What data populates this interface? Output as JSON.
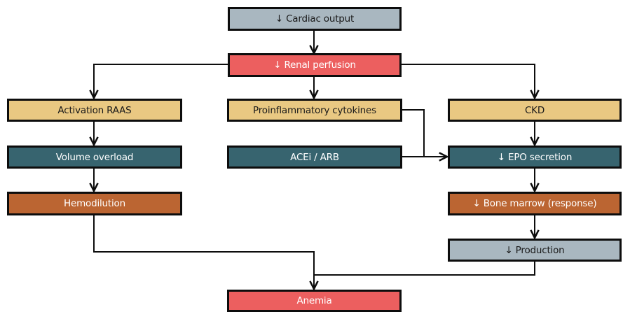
{
  "diagram": {
    "type": "flowchart",
    "nodes": {
      "cardiac_output": {
        "label": "↓ Cardiac output",
        "color": "#a9b7c0"
      },
      "renal_perfusion": {
        "label": "↓ Renal perfusion",
        "color": "#ec5f5f"
      },
      "activation_raas": {
        "label": "Activation RAAS",
        "color": "#e9c882"
      },
      "proinflammatory_cytokines": {
        "label": "Proinflammatory cytokines",
        "color": "#e9c882"
      },
      "ckd": {
        "label": "CKD",
        "color": "#e9c882"
      },
      "volume_overload": {
        "label": "Volume overload",
        "color": "#37646f"
      },
      "acei_arb": {
        "label": "ACEi / ARB",
        "color": "#37646f"
      },
      "epo_secretion": {
        "label": "↓ EPO secretion",
        "color": "#37646f"
      },
      "hemodilution": {
        "label": "Hemodilution",
        "color": "#bb6532"
      },
      "bone_marrow": {
        "label": "↓ Bone marrow (response)",
        "color": "#bb6532"
      },
      "production": {
        "label": "↓ Production",
        "color": "#a9b7c0"
      },
      "anemia": {
        "label": "Anemia",
        "color": "#ec5f5f"
      }
    },
    "edges": [
      {
        "from": "cardiac_output",
        "to": "renal_perfusion"
      },
      {
        "from": "renal_perfusion",
        "to": "activation_raas"
      },
      {
        "from": "renal_perfusion",
        "to": "proinflammatory_cytokines"
      },
      {
        "from": "renal_perfusion",
        "to": "ckd"
      },
      {
        "from": "activation_raas",
        "to": "volume_overload"
      },
      {
        "from": "volume_overload",
        "to": "hemodilution"
      },
      {
        "from": "hemodilution",
        "to": "anemia"
      },
      {
        "from": "proinflammatory_cytokines",
        "to": "epo_secretion"
      },
      {
        "from": "acei_arb",
        "to": "epo_secretion"
      },
      {
        "from": "ckd",
        "to": "epo_secretion"
      },
      {
        "from": "epo_secretion",
        "to": "bone_marrow"
      },
      {
        "from": "bone_marrow",
        "to": "production"
      },
      {
        "from": "production",
        "to": "anemia"
      }
    ]
  }
}
